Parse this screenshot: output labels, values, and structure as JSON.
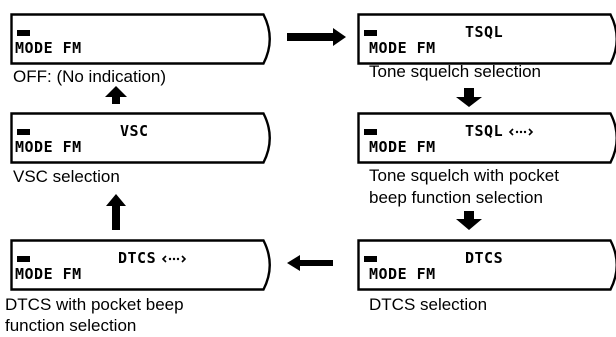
{
  "displays": {
    "off": {
      "mode_line": "MODE  FM",
      "indicator": ""
    },
    "tsql": {
      "mode_line": "MODE  FM",
      "indicator": "TSQL"
    },
    "tsql_pb": {
      "mode_line": "MODE  FM",
      "indicator": "TSQL"
    },
    "dtcs": {
      "mode_line": "MODE  FM",
      "indicator": "DTCS"
    },
    "dtcs_pb": {
      "mode_line": "MODE  FM",
      "indicator": "DTCS"
    },
    "vsc": {
      "mode_line": "MODE  FM",
      "indicator": "VSC"
    }
  },
  "captions": {
    "off": "OFF: (No indication)",
    "tsql": "Tone squelch selection",
    "tsql_pb_1": "Tone squelch with pocket",
    "tsql_pb_2": "beep function selection",
    "dtcs": "DTCS selection",
    "dtcs_pb_1": "DTCS  with  pocket  beep",
    "dtcs_pb_2": "function selection",
    "vsc": "VSC selection"
  },
  "icons": {
    "pocket_beep": "pocket-beep-icon",
    "signal_bar": "signal-bar-icon"
  }
}
